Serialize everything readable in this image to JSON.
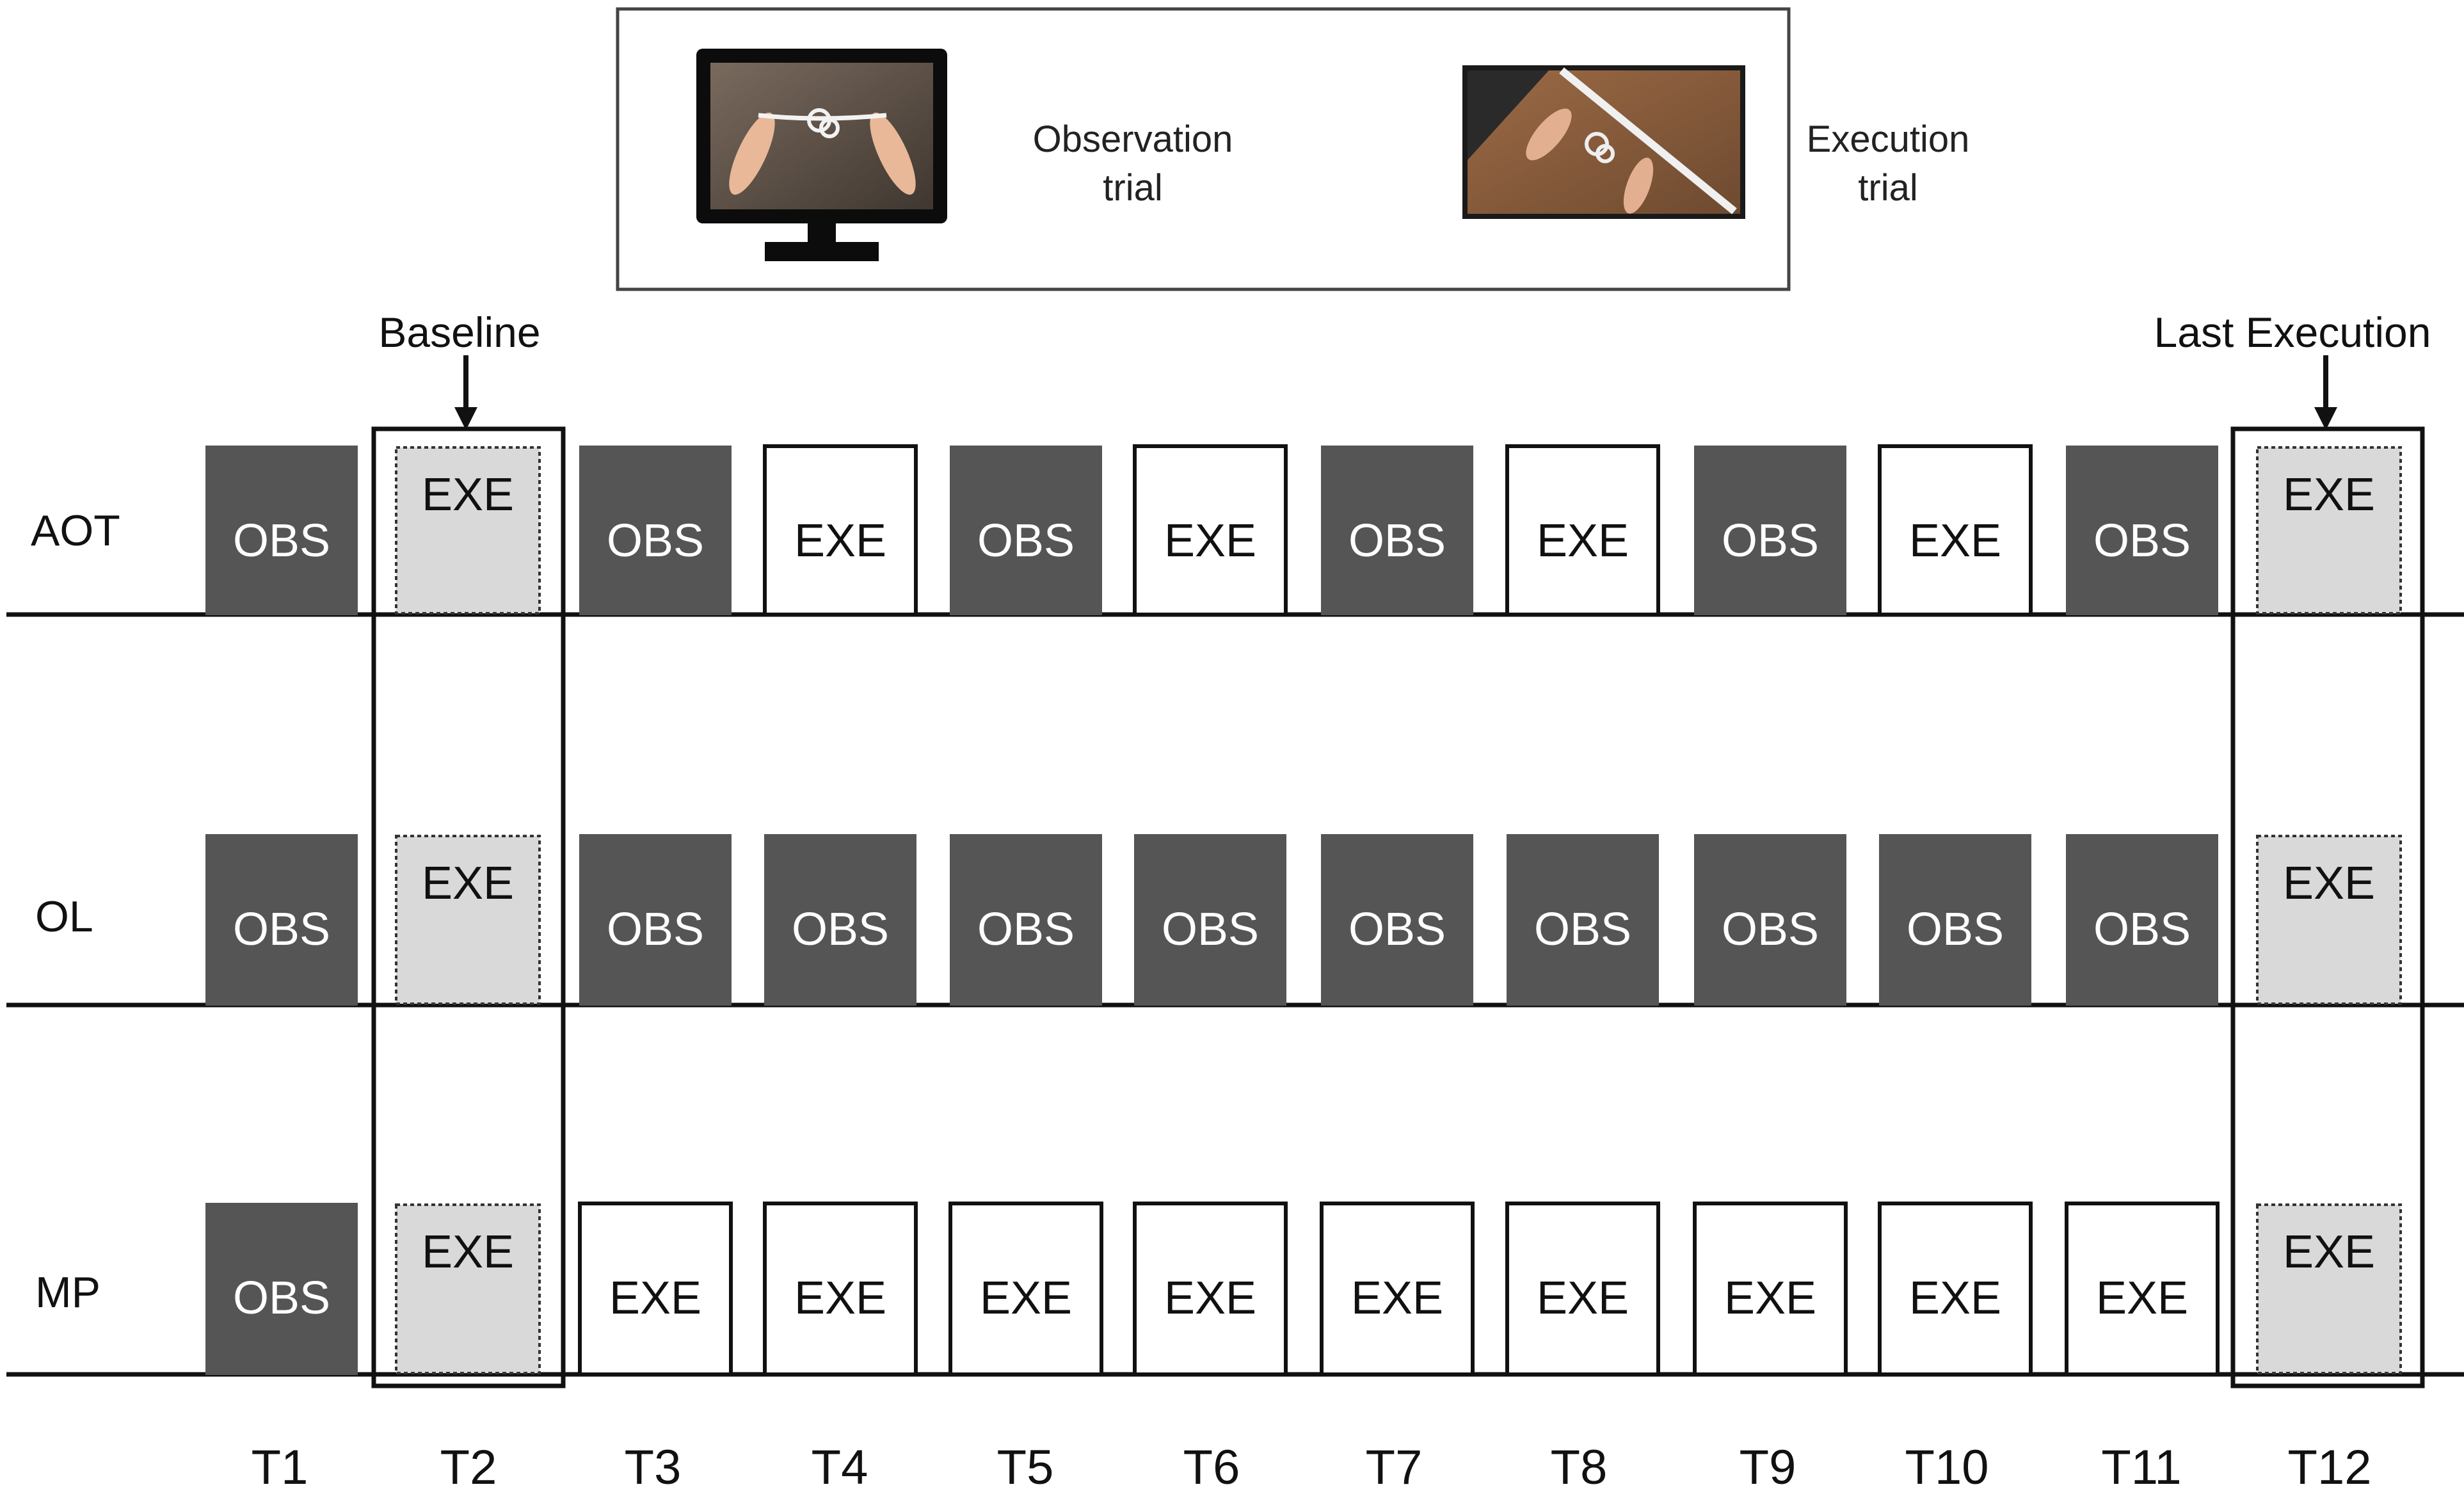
{
  "legend": {
    "observation": {
      "label_line1": "Observation",
      "label_line2": "trial",
      "icon": "monitor-with-video-of-hands-tying-knot"
    },
    "execution": {
      "label_line1": "Execution",
      "label_line2": "trial",
      "icon": "photo-of-hands-tying-knot-on-table"
    }
  },
  "markers": {
    "baseline": "Baseline",
    "last_execution": "Last Execution"
  },
  "trials": [
    "T1",
    "T2",
    "T3",
    "T4",
    "T5",
    "T6",
    "T7",
    "T8",
    "T9",
    "T10",
    "T11",
    "T12"
  ],
  "rows": [
    {
      "name": "AOT",
      "cells": [
        "OBS",
        "EXE",
        "OBS",
        "EXE",
        "OBS",
        "EXE",
        "OBS",
        "EXE",
        "OBS",
        "EXE",
        "OBS",
        "EXE"
      ]
    },
    {
      "name": "OL",
      "cells": [
        "OBS",
        "EXE",
        "OBS",
        "OBS",
        "OBS",
        "OBS",
        "OBS",
        "OBS",
        "OBS",
        "OBS",
        "OBS",
        "EXE"
      ]
    },
    {
      "name": "MP",
      "cells": [
        "OBS",
        "EXE",
        "EXE",
        "EXE",
        "EXE",
        "EXE",
        "EXE",
        "EXE",
        "EXE",
        "EXE",
        "EXE",
        "EXE"
      ]
    }
  ],
  "colors": {
    "obs_fill": "#555555",
    "exe_fill": "#ffffff",
    "test_fill": "#d9d9d9",
    "obs_text": "#ffffff",
    "exe_text": "#111111",
    "line": "#111111"
  }
}
